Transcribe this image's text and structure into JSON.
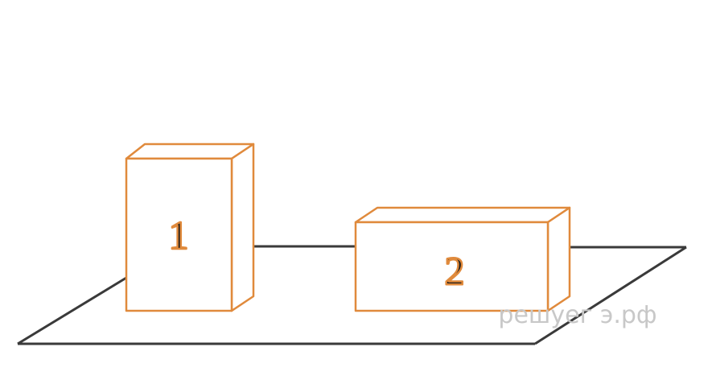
{
  "blocks": [
    {
      "label": "1"
    },
    {
      "label": "2"
    }
  ],
  "watermark": "решуег э.рф",
  "colors": {
    "block_edge": "#e08a3c",
    "surface_edge": "#3a3a3a",
    "label": "#1a1a1a",
    "watermark": "#c8c8c8"
  }
}
